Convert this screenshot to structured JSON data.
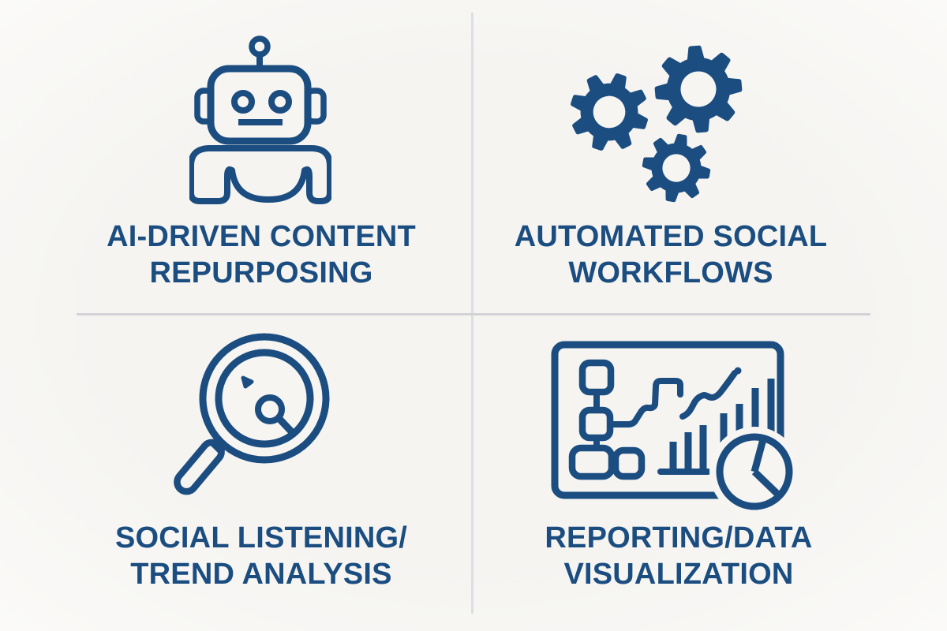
{
  "colors": {
    "primary_blue": "#1b4d80",
    "background": "#f6f5f2",
    "divider_vertical": "#dedee2",
    "divider_horizontal": "#d3d3d7"
  },
  "features": [
    {
      "id": "ai-driven-content-repurposing",
      "icon": "robot-icon",
      "label_lines": [
        "AI-DRIVEN CONTENT",
        "REPURPOSING"
      ]
    },
    {
      "id": "automated-social-workflows",
      "icon": "gears-icon",
      "label_lines": [
        "AUTOMATED SOCIAL",
        "WORKFLOWS"
      ]
    },
    {
      "id": "social-listening-trend-analysis",
      "icon": "magnifier-icon",
      "label_lines": [
        "SOCIAL LISTENING/",
        "TREND ANALYSIS"
      ]
    },
    {
      "id": "reporting-data-visualization",
      "icon": "dashboard-icon",
      "label_lines": [
        "REPORTING/DATA",
        "VISUALIZATION"
      ]
    }
  ]
}
